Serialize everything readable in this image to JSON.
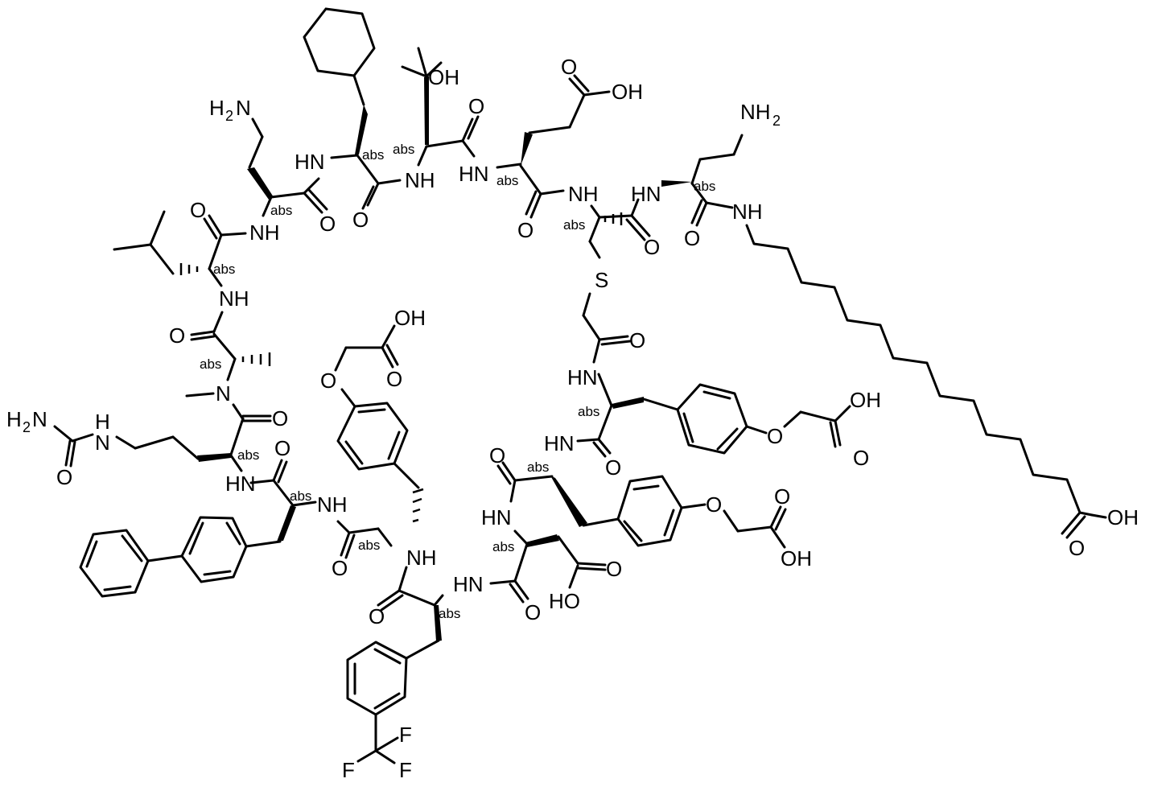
{
  "diagram": {
    "type": "chemical-structure",
    "description": "Macrocyclic thioether-bridged peptide with lipidated (C16 diacid) side chain",
    "background": "#ffffff",
    "stroke_color": "#000000",
    "stereo_label": "abs",
    "labels": {
      "oh": "OH",
      "ho": "HO",
      "o": "O",
      "nh": "NH",
      "hn": "HN",
      "n": "N",
      "h": "H",
      "s": "S",
      "f": "F",
      "h2n_h": "H",
      "h2n_2": "2",
      "h2n_n": "N",
      "nh2_n": "NH",
      "nh2_2": "2"
    },
    "residues": [
      {
        "name": "cyclohexylalanine",
        "label": "abs"
      },
      {
        "name": "3-hydroxyvaline",
        "label": "abs"
      },
      {
        "name": "glutamic-acid",
        "label": "abs"
      },
      {
        "name": "cysteine",
        "label": "abs"
      },
      {
        "name": "diaminobutyric-acid-c-term",
        "label": "abs"
      },
      {
        "name": "diaminobutyric-acid",
        "label": "abs"
      },
      {
        "name": "leucine",
        "label": "abs"
      },
      {
        "name": "n-methyl-alanine",
        "label": "abs"
      },
      {
        "name": "citrulline",
        "label": "abs"
      },
      {
        "name": "biphenylalanine",
        "label": "abs"
      },
      {
        "name": "o-carboxymethyl-tyrosine-1",
        "label": "abs"
      },
      {
        "name": "3-trifluoromethyl-phenylalanine",
        "label": "abs"
      },
      {
        "name": "aspartic-acid",
        "label": "abs"
      },
      {
        "name": "o-carboxymethyl-tyrosine-2",
        "label": "abs"
      },
      {
        "name": "o-carboxymethyl-tyrosine-3",
        "label": "abs"
      }
    ],
    "side_chain": {
      "name": "hexadecanedioic-acid-amide-linker",
      "terminal_group": "COOH"
    }
  }
}
